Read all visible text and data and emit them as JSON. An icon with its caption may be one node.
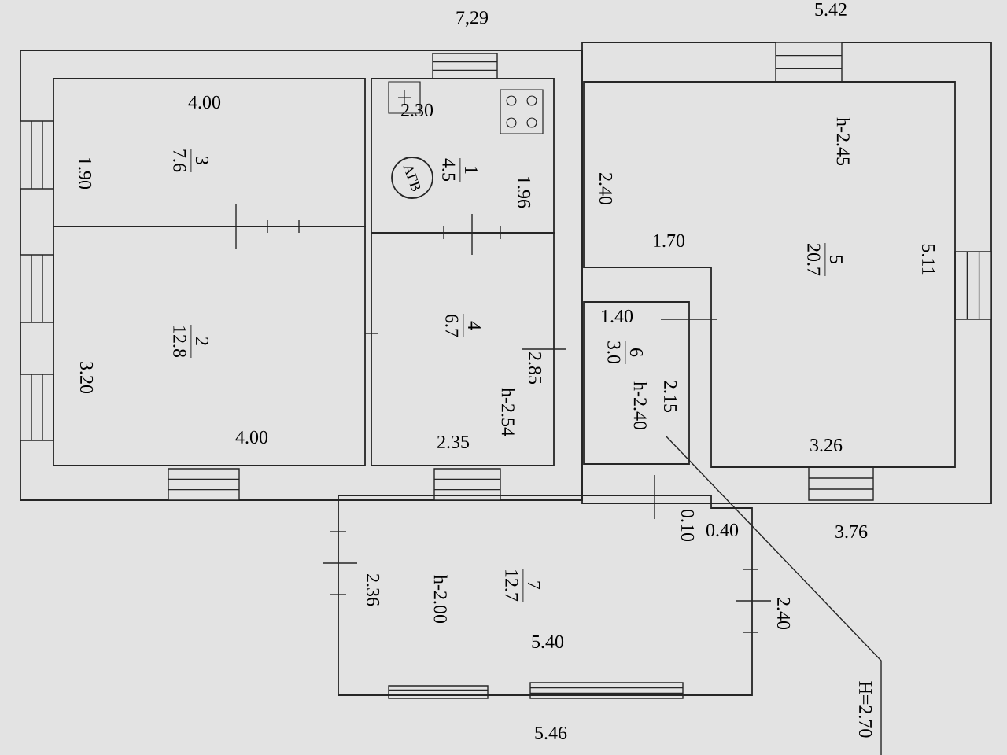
{
  "diagram": {
    "nodes": [
      {
        "text": [
          "1",
          "4.5"
        ]
      },
      {
        "text": [
          "2",
          "12.8"
        ]
      },
      {
        "text": [
          "3",
          "7.6"
        ]
      },
      {
        "text": [
          "4",
          "6.7"
        ]
      },
      {
        "text": [
          "5",
          "20.7"
        ]
      },
      {
        "text": [
          "6",
          "3.0"
        ]
      },
      {
        "text": [
          "7",
          "12.7"
        ]
      },
      {
        "text": [
          "АГВ"
        ],
        "in": 0
      }
    ],
    "labels": [
      "7,29",
      "5.42",
      "4.00",
      "2.30",
      "1.90",
      "1.96",
      "2.40",
      "h-2.45",
      "1.70",
      "5.11",
      "3.20",
      "2.85",
      "h-2.54",
      "1.40",
      "2.15",
      "h-2.40",
      "4.00",
      "2.35",
      "3.26",
      "0.10",
      "0.40",
      "3.76",
      "2.36",
      "h-2.00",
      "2.40",
      "5.40",
      "5.46",
      "H=2.70"
    ]
  }
}
